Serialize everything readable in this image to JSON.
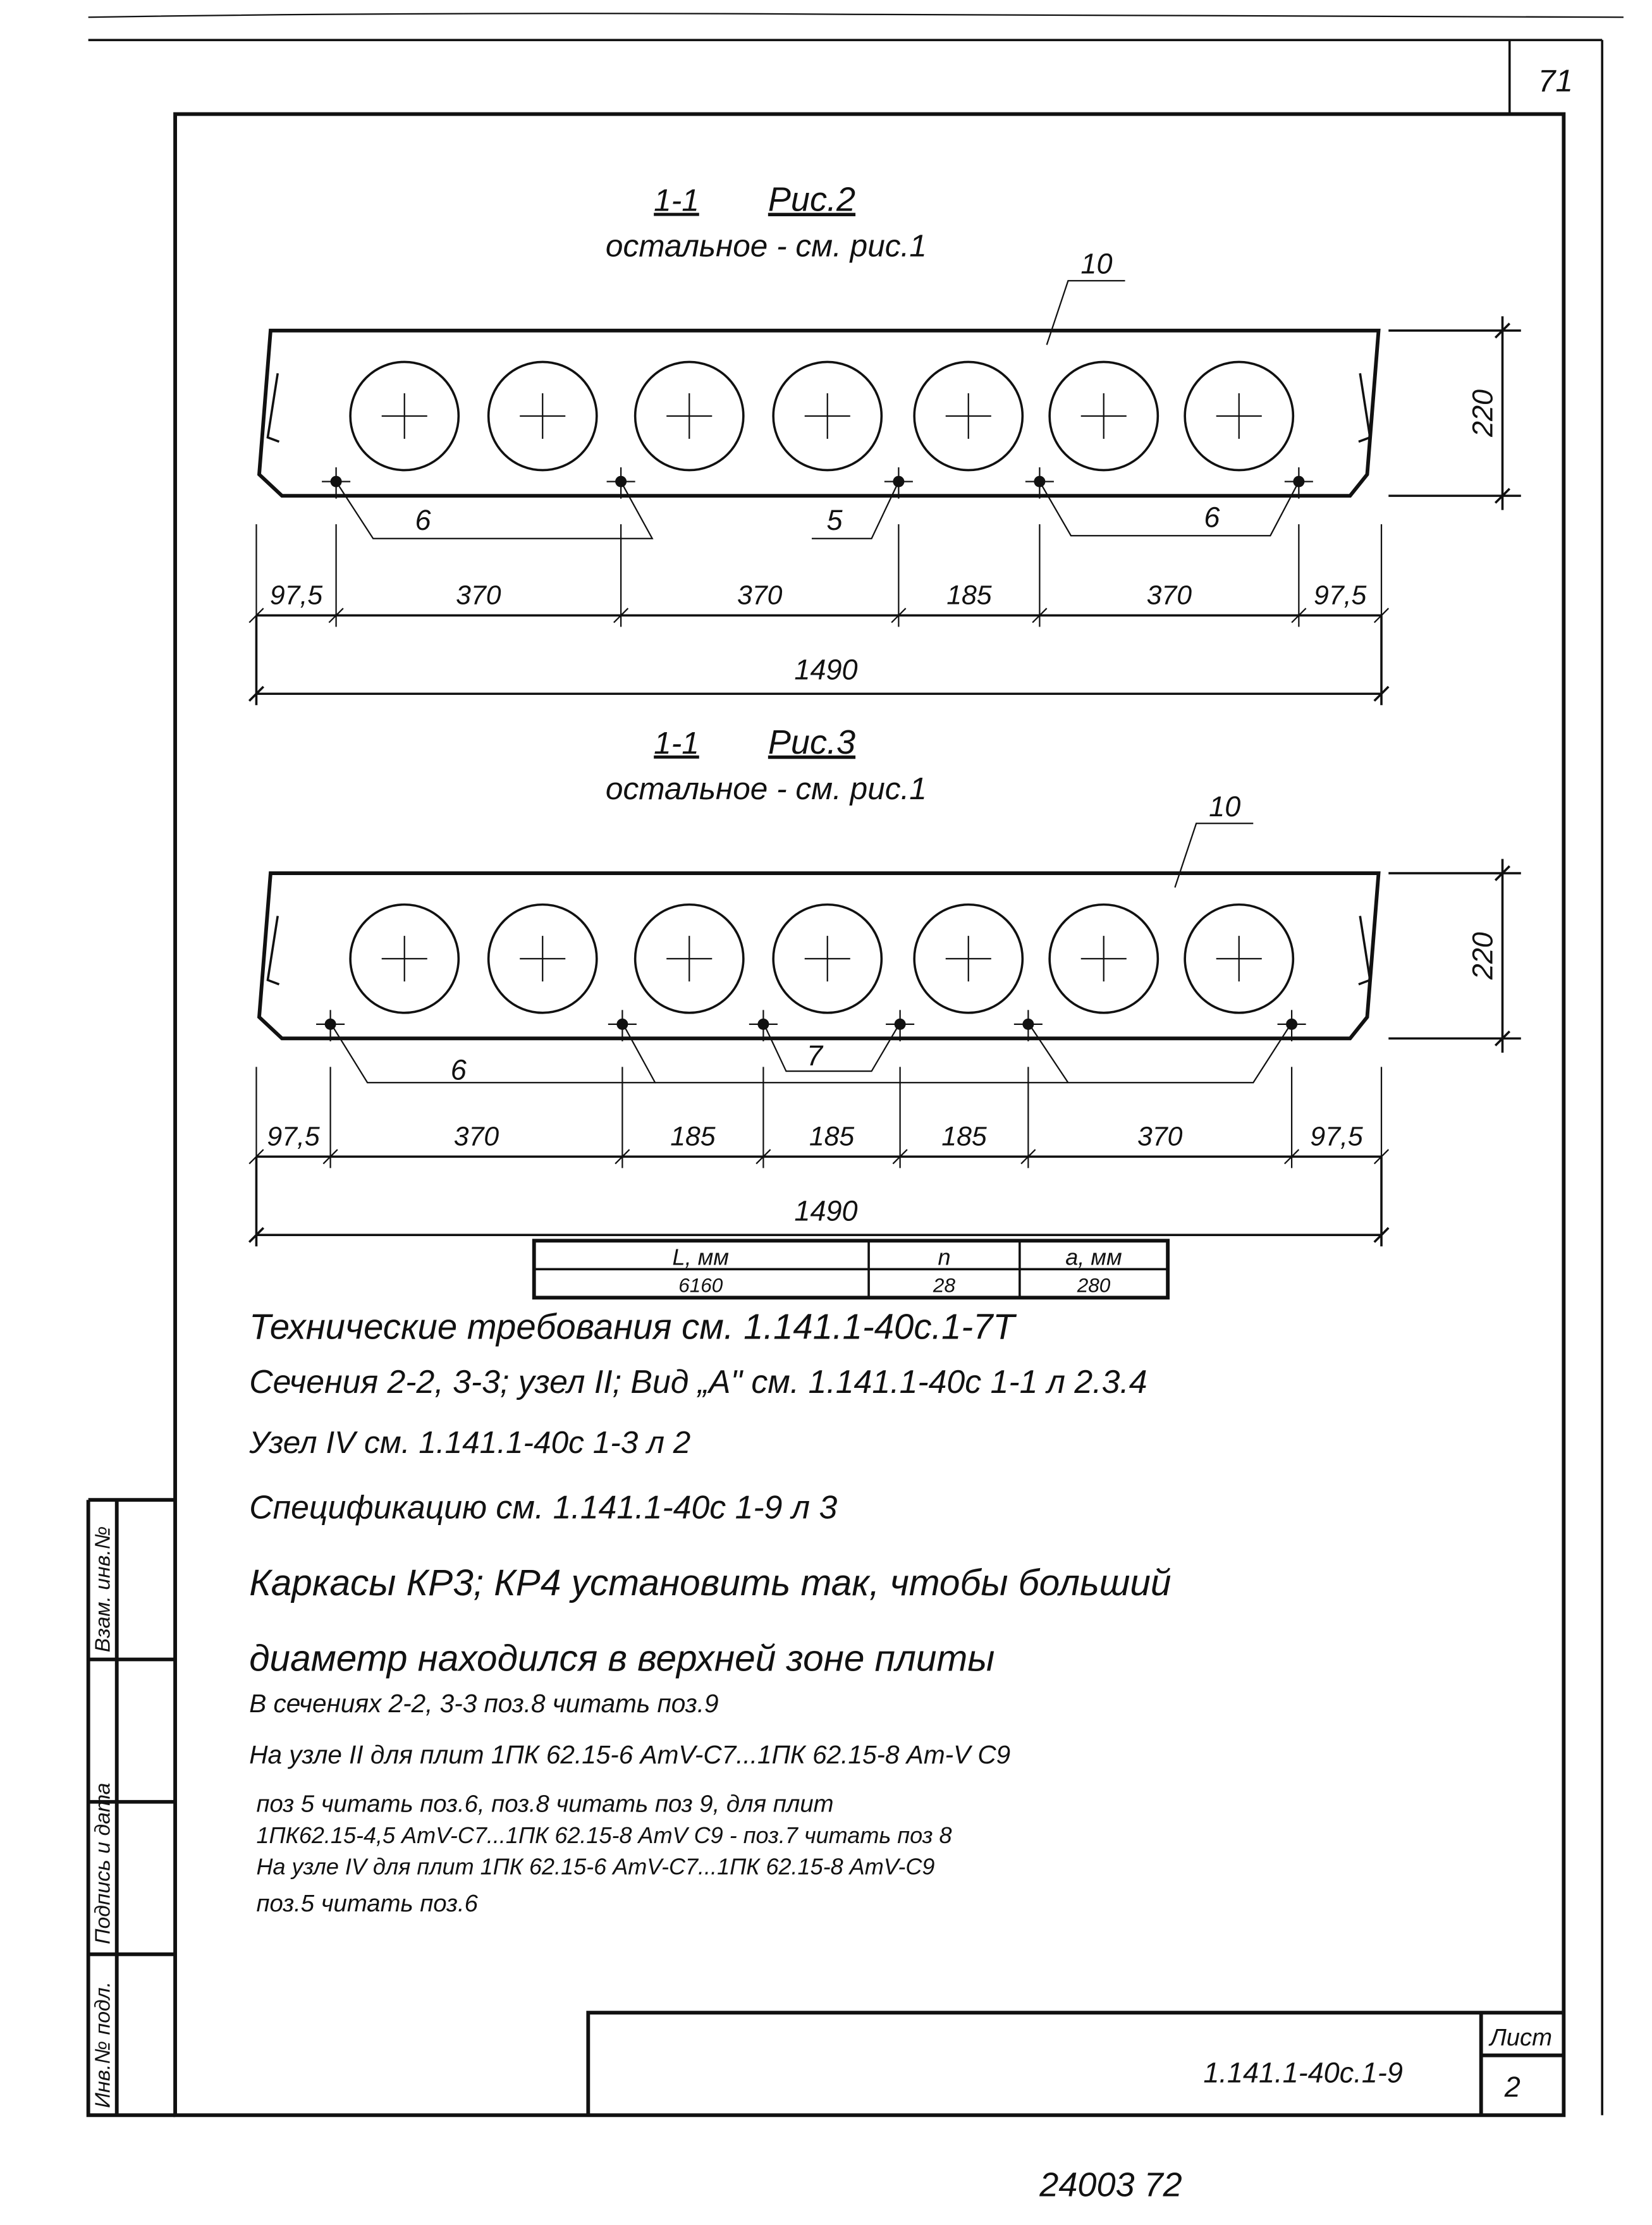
{
  "sheet_number_top": "71",
  "bottom_number": "24003 72",
  "figure2": {
    "section": "1-1",
    "title": "Рис.2",
    "note": "остальное - см. рис.1",
    "leader_top": "10",
    "leaders": [
      "6",
      "5",
      "6"
    ],
    "dims": [
      "97,5",
      "370",
      "370",
      "185",
      "370",
      "97,5"
    ],
    "overall": "1490",
    "height": "220"
  },
  "figure3": {
    "section": "1-1",
    "title": "Рис.3",
    "note": "остальное - см. рис.1",
    "leader_top": "10",
    "leaders": [
      "6",
      "7"
    ],
    "dims": [
      "97,5",
      "370",
      "185",
      "185",
      "185",
      "370",
      "97,5"
    ],
    "overall": "1490",
    "height": "220"
  },
  "table": {
    "headers": [
      "L, мм",
      "n",
      "a, мм"
    ],
    "rows": [
      [
        "6160",
        "28",
        "280"
      ]
    ]
  },
  "notes": [
    "Технические требования см. 1.141.1-40с.1-7Т",
    "Сечения 2-2, 3-3; узел II; Вид „А\" см. 1.141.1-40с 1-1 л 2.3.4",
    "Узел IV см. 1.141.1-40с 1-3 л 2",
    "Спецификацию см. 1.141.1-40с 1-9 л 3",
    "Каркасы КР3; КР4 установить так, чтобы больший",
    "диаметр находился в верхней зоне плиты",
    "В сечениях 2-2, 3-3 поз.8 читать поз.9",
    "На узле II для плит 1ПК 62.15-6 АтV-С7...1ПК 62.15-8 Ат-V С9",
    "поз 5 читать поз.6, поз.8 читать поз 9, для плит",
    "1ПК62.15-4,5 АтV-С7...1ПК 62.15-8 АтV С9 - поз.7 читать поз 8",
    "На узле IV для плит 1ПК 62.15-6 АтV-С7...1ПК 62.15-8 АтV-С9",
    "поз.5 читать поз.6"
  ],
  "side_stamp": [
    "Инв.№ подл.",
    "Подпись и дата",
    "Взам. инв.№"
  ],
  "title_block": {
    "sheet_label": "Лист",
    "sheet": "2",
    "document": "1.141.1-40с.1-9"
  }
}
